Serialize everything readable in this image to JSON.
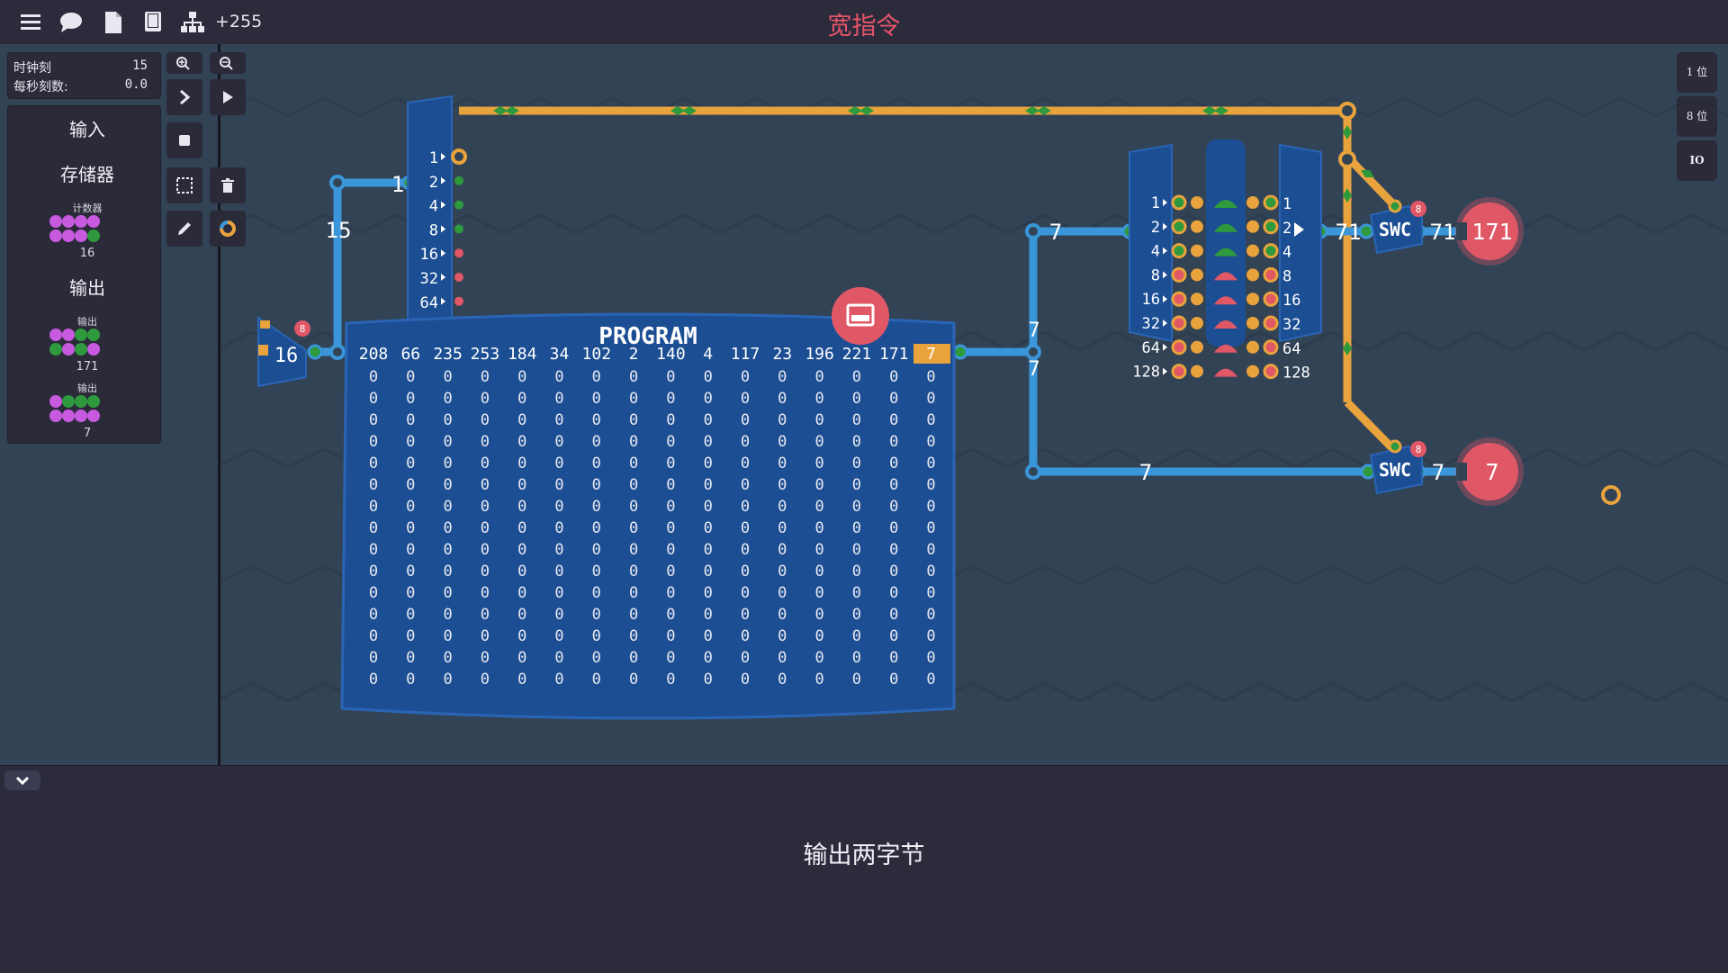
{
  "header": {
    "title": "宽指令",
    "score": "+255",
    "icons": [
      "menu-icon",
      "chat-icon",
      "document-icon",
      "book-icon",
      "hierarchy-icon"
    ]
  },
  "stats": {
    "ticks_label": "时钟刻",
    "ticks_value": "15",
    "tps_label": "每秒刻数:",
    "tps_value": "0.0"
  },
  "palette": {
    "input_label": "输入",
    "storage_label": "存储器",
    "counter_label": "计数器",
    "counter_value": "16",
    "output_label": "输出",
    "output1_label": "输出",
    "output1_value": "171",
    "output2_label": "输出",
    "output2_value": "7"
  },
  "right_toolbar": {
    "bit1": "1 位",
    "bit8": "8 位",
    "io": "IO"
  },
  "circuit": {
    "counter_value": "16",
    "wire_value_15": "15",
    "wire_value_1": "1",
    "program_title": "PROGRAM",
    "program_row1": [
      "208",
      "66",
      "235",
      "253",
      "184",
      "34",
      "102",
      "2",
      "140",
      "4",
      "117",
      "23",
      "196",
      "221",
      "171",
      "7"
    ],
    "program_zero": "0",
    "program_rows": 15,
    "splitter_left_labels": [
      "1",
      "2",
      "4",
      "8",
      "16",
      "32",
      "64",
      "128"
    ],
    "splitter_right_labels": [
      "1",
      "2",
      "4",
      "8",
      "16",
      "32",
      "64",
      "128"
    ],
    "program_out": "7",
    "program_out2": "7",
    "bus_value_top": "7",
    "bus_value_bottom": "7",
    "byte_out_value": "71",
    "swc_label": "SWC",
    "swc_badge": "8",
    "swc_top_out": "71",
    "swc_bottom_out": "7",
    "output_top": "171",
    "output_bottom": "7",
    "counter_badge": "8"
  },
  "colors": {
    "wire_blue": "#3a96d8",
    "wire_orange": "#e8a33c",
    "component_blue": "#1c4e93",
    "output_red": "#e05766",
    "title_red": "#e8556a",
    "pin_green": "#2e9a3d"
  },
  "footer": {
    "level_description": "输出两字节"
  }
}
